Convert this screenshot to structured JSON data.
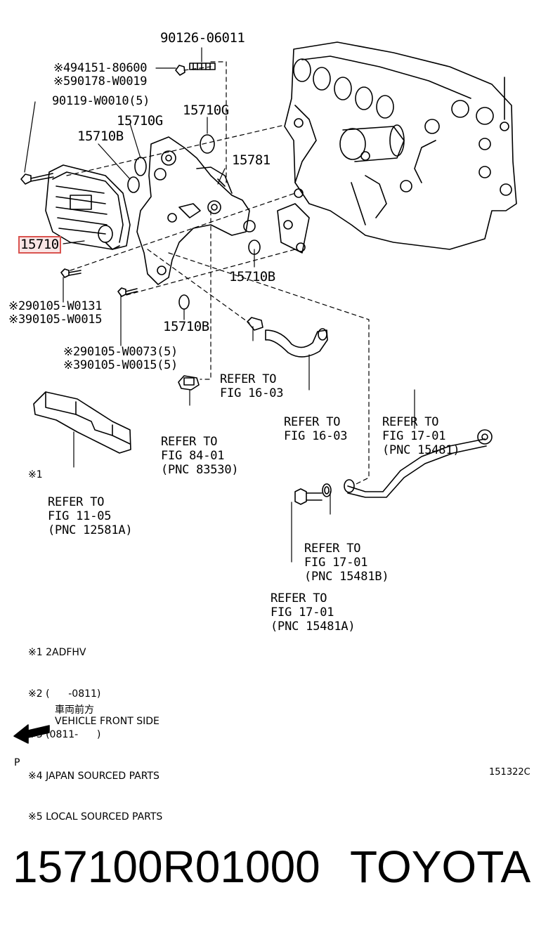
{
  "header": {
    "bolt_top": "90126-06011",
    "note4_part": "※494151-80600",
    "note5_part": "※590178-W0019",
    "bolt_left": "90119-W0010(5)"
  },
  "parts": {
    "g1": "15710G",
    "g2": "15710G",
    "b1": "15710B",
    "n15781": "15781",
    "main": "15710",
    "b2": "15710B",
    "b3": "15710B"
  },
  "bolts": {
    "w0131": "※290105-W0131",
    "w0015a": "※390105-W0015",
    "w0073": "※290105-W0073(5)",
    "w0015b": "※390105-W0015(5)"
  },
  "refs": {
    "r1": [
      "REFER TO",
      "FIG 16-03"
    ],
    "r2": [
      "REFER TO",
      "FIG 16-03"
    ],
    "r3": [
      "REFER TO",
      "FIG 17-01",
      "(PNC 15481)"
    ],
    "r4": [
      "REFER TO",
      "FIG 84-01",
      "(PNC 83530)"
    ],
    "r5_mark": "※1",
    "r5": [
      "REFER TO",
      "FIG 11-05",
      "(PNC 12581A)"
    ],
    "r6": [
      "REFER TO",
      "FIG 17-01",
      "(PNC 15481B)"
    ],
    "r7": [
      "REFER TO",
      "FIG 17-01",
      "(PNC 15481A)"
    ]
  },
  "notes": [
    "※1 2ADFHV",
    "※2 (      -0811)",
    "※3 (0811-      )",
    "※4 JAPAN SOURCED PARTS",
    "※5 LOCAL SOURCED PARTS"
  ],
  "direction": {
    "jp": "車両前方",
    "en": "VEHICLE FRONT SIDE"
  },
  "footer": {
    "p": "P",
    "code": "151322C",
    "part_number": "157100R01000",
    "brand": "TOYOTA"
  },
  "colors": {
    "line": "#000000",
    "highlight": "#d9534f"
  }
}
